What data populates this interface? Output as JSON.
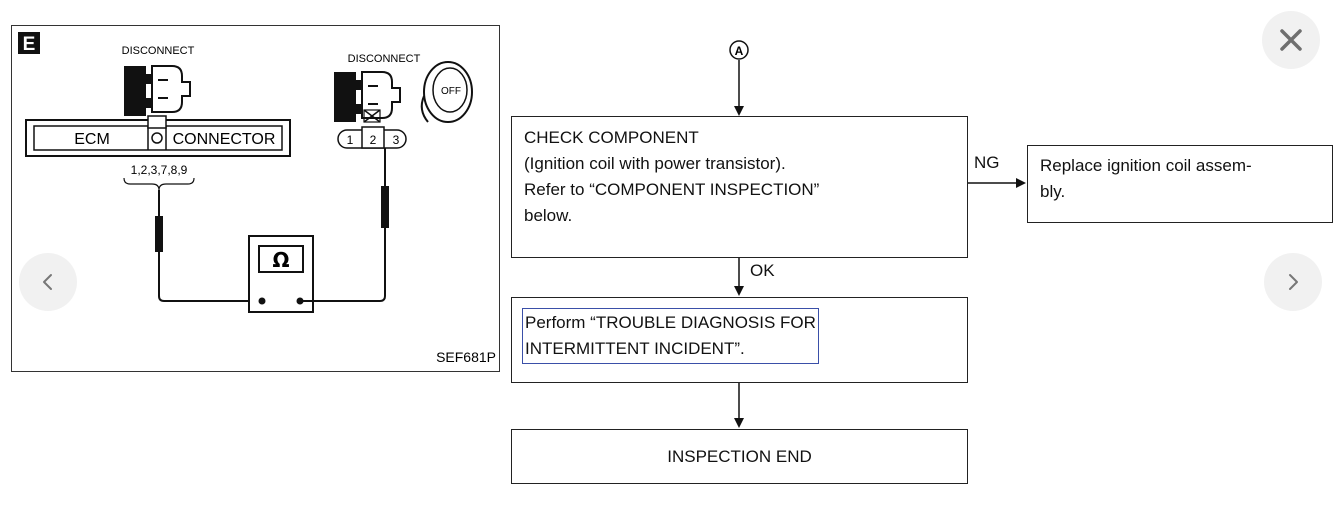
{
  "diagram": {
    "corner_letter": "E",
    "disconnect_left": "DISCONNECT",
    "disconnect_right": "DISCONNECT",
    "ecm_label": "ECM",
    "connector_label": "CONNECTOR",
    "ecm_pins": "1,2,3,7,8,9",
    "coil_pins": [
      "1",
      "2",
      "3"
    ],
    "key_label": "OFF",
    "meter_symbol": "Ω",
    "figure_code": "SEF681P"
  },
  "flowchart": {
    "start_marker": "A",
    "check_component_lines": [
      "CHECK COMPONENT",
      "(Ignition coil with power transistor).",
      "Refer to “COMPONENT INSPECTION”",
      "below."
    ],
    "ng_label": "NG",
    "replace_lines": [
      "Replace ignition coil assem-",
      "bly."
    ],
    "ok_label": "OK",
    "perform_lines": [
      "Perform “TROUBLE DIAGNOSIS FOR",
      "INTERMITTENT INCIDENT”."
    ],
    "end_label": "INSPECTION END"
  },
  "controls": {
    "close_icon": "close-icon",
    "prev_icon": "chevron-left-icon",
    "next_icon": "chevron-right-icon"
  }
}
